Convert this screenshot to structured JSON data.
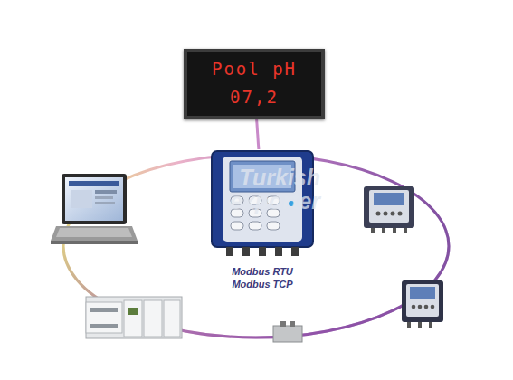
{
  "diagram": {
    "nodes": [
      {
        "text": [
          "Pool pH",
          "07,2"
        ]
      },
      {
        "text": [
          "Modbus RTU Modbus TCP"
        ]
      }
    ],
    "edges": [
      {
        "from": 0,
        "to": 1,
        "arrow": "none"
      }
    ],
    "labels": [
      "Turkish exporter"
    ]
  }
}
